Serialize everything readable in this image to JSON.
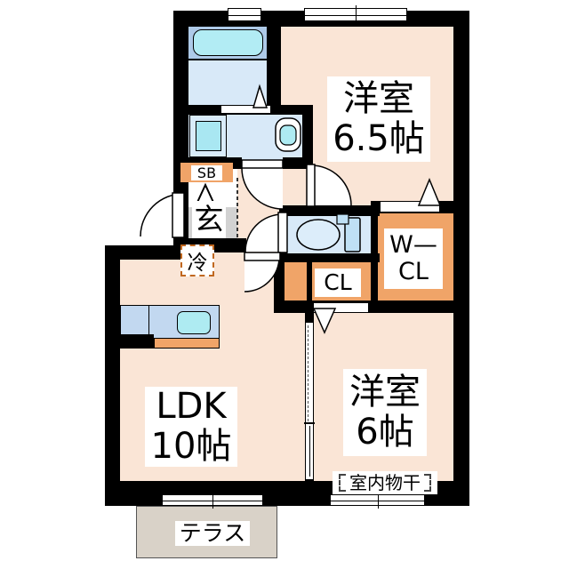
{
  "floorplan": {
    "type": "japanese-apartment-floorplan",
    "rooms": {
      "western_65": {
        "name": "洋室",
        "size": "6.5帖"
      },
      "ldk": {
        "name": "LDK",
        "size": "10帖"
      },
      "western_6": {
        "name": "洋室",
        "size": "6帖"
      }
    },
    "storage": {
      "walk_in_closet_line1": "W—",
      "walk_in_closet_line2": "CL",
      "closet": "CL",
      "shoe_box": "SB"
    },
    "annotations": {
      "entrance": "玄",
      "refrigerator": "冷",
      "terrace": "テラス",
      "indoor_drying": "室内物干"
    },
    "colors": {
      "room_fill": "#FAE5D6",
      "closet_fill": "#F0A468",
      "water_area_fill": "#D8E9F8",
      "fixture_cyan": "#AEEBF2",
      "counter_blue": "#C2D8F0",
      "bath_upper_blue": "#AECAE8",
      "entrance_gray": "#D2D2D2",
      "terrace_gray": "#D9D2C8",
      "refrigerator_dash": "#C06820",
      "wall": "#000000"
    }
  }
}
